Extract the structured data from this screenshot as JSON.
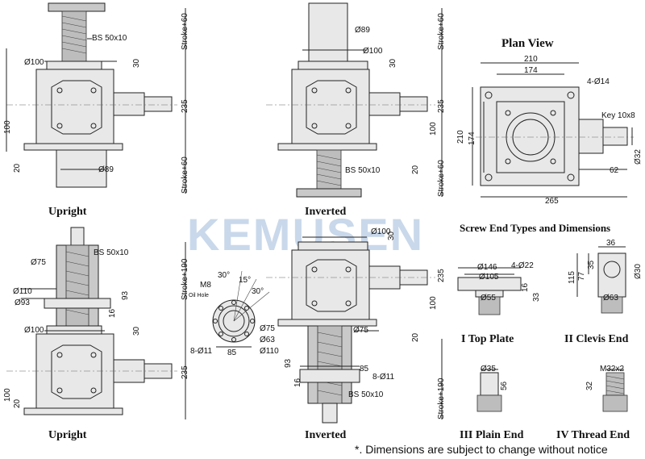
{
  "watermark": "KEMUSEN",
  "captions": {
    "upright_top": "Upright",
    "inverted_top": "Inverted",
    "upright_bottom": "Upright",
    "inverted_bottom": "Inverted",
    "plan_view": "Plan View",
    "screw_end_title": "Screw End Types and Dimensions",
    "top_plate": "I  Top Plate",
    "clevis_end": "II  Clevis End",
    "plain_end": "III Plain End",
    "thread_end": "IV Thread End"
  },
  "note": "*. Dimensions are subject to change without notice",
  "dims": {
    "bs": "BS 50x10",
    "d100": "Ø100",
    "d89": "Ø89",
    "d75": "Ø75",
    "d110": "Ø110",
    "d93": "Ø93",
    "d146": "Ø146",
    "d105": "Ø105",
    "d55": "Ø55",
    "d63": "Ø63",
    "d30": "Ø30",
    "d35": "Ø35",
    "d32": "Ø32",
    "d14": "4-Ø14",
    "d22": "4-Ø22",
    "d11": "8-Ø11",
    "m8": "M8",
    "oil_hole": "Oil Hole",
    "m32": "M32x2",
    "key": "Key 10x8",
    "stroke60": "Stroke+60",
    "stroke190": "Stroke+190",
    "n30": "30",
    "n235": "235",
    "n100": "100",
    "n20": "20",
    "n93": "93",
    "n16": "16",
    "n85": "85",
    "n210": "210",
    "n174": "174",
    "n62": "62",
    "n265": "265",
    "n36": "36",
    "n35": "35",
    "n77": "77",
    "n115": "115",
    "n33": "33",
    "n56": "56",
    "n32": "32",
    "a30": "30°",
    "a15": "15°"
  }
}
